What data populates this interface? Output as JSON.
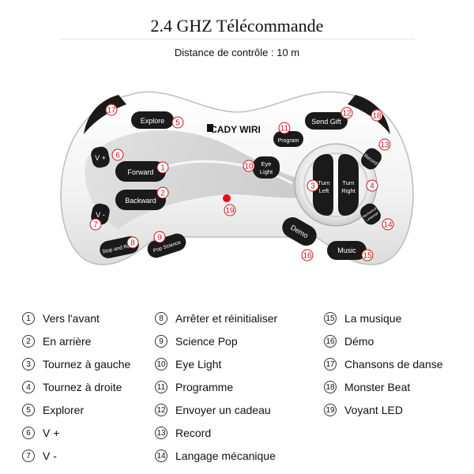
{
  "header": {
    "title": "2.4 GHZ Télécommande",
    "subtitle": "Distance de contrôle :  10 m"
  },
  "remote": {
    "logo": "CADY WIRI",
    "buttons": {
      "explore": "Explore",
      "send_gift": "Send Gift",
      "program": "Program",
      "v_plus": "V +",
      "v_minus": "V -",
      "forward": "Forward",
      "backward": "Backward",
      "eye_light_1": "Eye",
      "eye_light_2": "Light",
      "record": "Record",
      "turn_left_1": "Turn",
      "turn_left_2": "Left",
      "turn_right_1": "Turn",
      "turn_right_2": "Right",
      "mechanical_1": "Mechanical",
      "mechanical_2": "Language",
      "demo": "Demo",
      "music": "Music",
      "stop_reset": "Stop and Reset",
      "pop_science": "Pop Science"
    },
    "callouts": [
      "1",
      "2",
      "3",
      "4",
      "5",
      "6",
      "7",
      "8",
      "9",
      "10",
      "11",
      "12",
      "13",
      "14",
      "15",
      "16",
      "17",
      "18",
      "19"
    ],
    "colors": {
      "body": "#f4f4f4",
      "button": "#1a1a1a",
      "callout": "#c4151c",
      "led": "#e0101a"
    }
  },
  "legend": [
    {
      "num": "1",
      "label": "Vers l'avant"
    },
    {
      "num": "2",
      "label": "En arrière"
    },
    {
      "num": "3",
      "label": "Tournez à gauche"
    },
    {
      "num": "4",
      "label": "Tournez à droite"
    },
    {
      "num": "5",
      "label": "Explorer"
    },
    {
      "num": "6",
      "label": "V +"
    },
    {
      "num": "7",
      "label": "V -"
    },
    {
      "num": "8",
      "label": "Arrêter et réinitialiser"
    },
    {
      "num": "9",
      "label": "Science Pop"
    },
    {
      "num": "10",
      "label": "Eye Light"
    },
    {
      "num": "11",
      "label": "Programme"
    },
    {
      "num": "12",
      "label": "Envoyer un cadeau"
    },
    {
      "num": "13",
      "label": "Record"
    },
    {
      "num": "14",
      "label": "Langage mécanique"
    },
    {
      "num": "15",
      "label": "La musique"
    },
    {
      "num": "16",
      "label": "Démo"
    },
    {
      "num": "17",
      "label": "Chansons de danse"
    },
    {
      "num": "18",
      "label": "Monster Beat"
    },
    {
      "num": "19",
      "label": "Voyant LED"
    }
  ]
}
